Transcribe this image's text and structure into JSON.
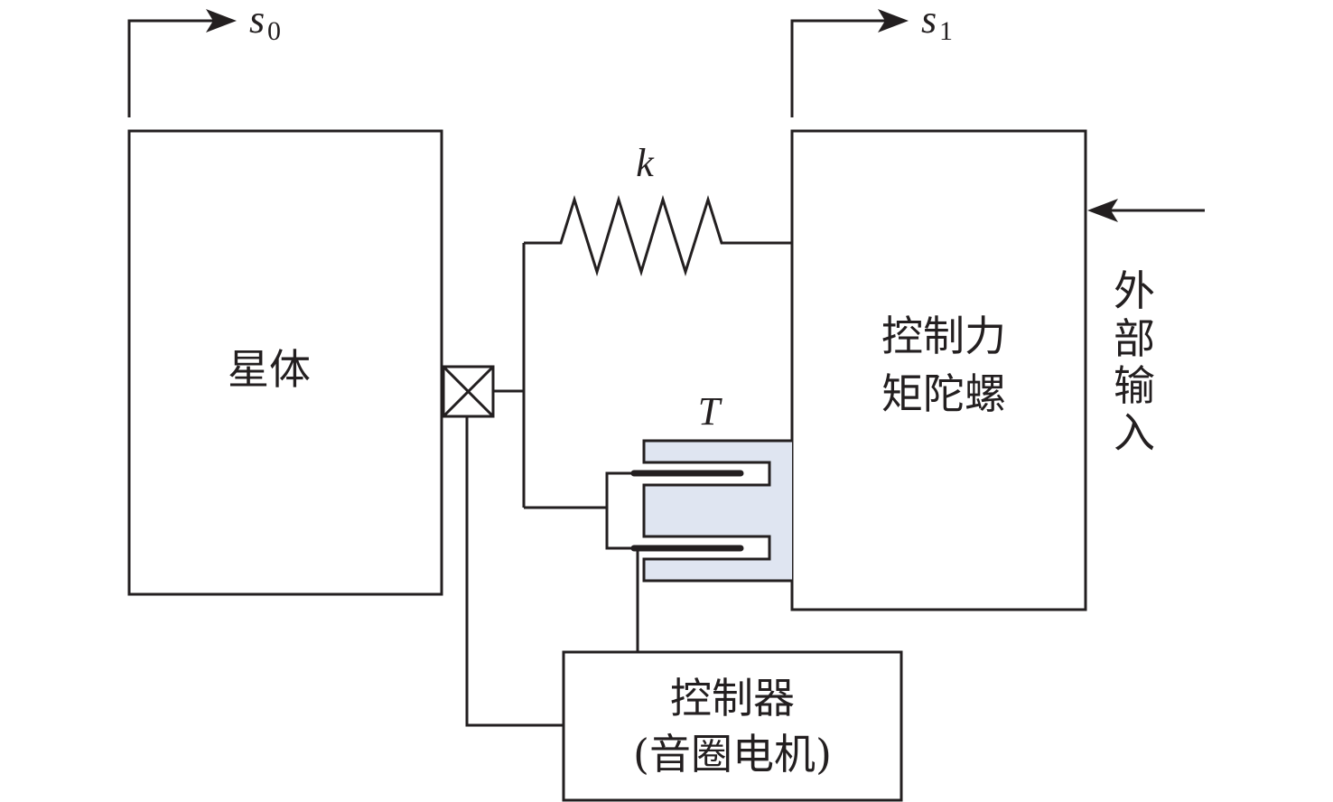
{
  "diagram": {
    "labels": {
      "s0": "s",
      "s0_sub": "0",
      "s1": "s",
      "s1_sub": "1",
      "spring": "k",
      "damper": "T",
      "satellite_body": "星体",
      "cmg_line1": "控制力",
      "cmg_line2": "矩陀螺",
      "external_input": [
        "外",
        "部",
        "输",
        "入"
      ],
      "controller_line1": "控制器",
      "controller_line2": "(音圈电机)"
    },
    "colors": {
      "stroke": "#231f20",
      "damper_fill": "#dfe5f1",
      "background": "#ffffff"
    }
  }
}
